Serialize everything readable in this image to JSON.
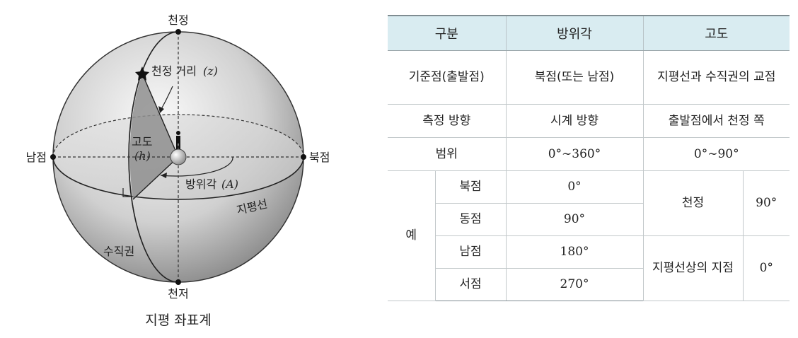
{
  "diagram": {
    "labels": {
      "zenith": "천정",
      "nadir": "천저",
      "south": "남점",
      "north": "북점",
      "zenith_distance": "천정 거리",
      "zenith_distance_symbol": "(z)",
      "altitude": "고도",
      "altitude_symbol": "(h)",
      "azimuth": "방위각",
      "azimuth_symbol": "(A)",
      "horizon": "지평선",
      "vertical_circle": "수직권"
    },
    "caption": "지평 좌표계"
  },
  "table": {
    "headers": [
      "구분",
      "방위각",
      "고도"
    ],
    "rows": [
      {
        "label": "기준점(출발점)",
        "azimuth": "북점(또는 남점)",
        "altitude": "지평선과 수직권의 교점"
      },
      {
        "label": "측정 방향",
        "azimuth": "시계 방향",
        "altitude": "출발점에서 천정 쪽"
      },
      {
        "label": "범위",
        "azimuth": "0°∼360°",
        "altitude": "0°∼90°"
      }
    ],
    "example_label": "예",
    "examples": [
      {
        "point": "북점",
        "azimuth": "0°"
      },
      {
        "point": "동점",
        "azimuth": "90°"
      },
      {
        "point": "남점",
        "azimuth": "180°"
      },
      {
        "point": "서점",
        "azimuth": "270°"
      }
    ],
    "altitude_groups": [
      {
        "name": "천정",
        "value": "90°"
      },
      {
        "name": "지평선상의 지점",
        "value": "0°"
      }
    ]
  }
}
